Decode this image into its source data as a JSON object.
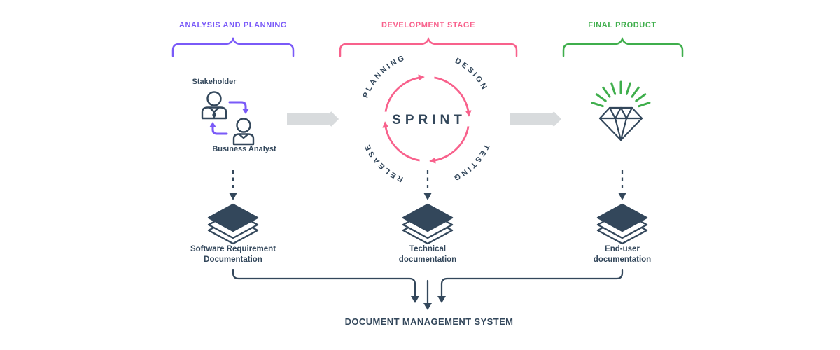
{
  "palette": {
    "purple": "#7A5AF8",
    "pink": "#F8618C",
    "green": "#3FAE4C",
    "navy": "#33475B",
    "gray": "#D8DBDD",
    "background": "#FFFFFF"
  },
  "header": {
    "analysis": "ANALYSIS AND PLANNING",
    "development": "DEVELOPMENT STAGE",
    "final_product": "FINAL PRODUCT"
  },
  "analysis": {
    "stakeholder": "Stakeholder",
    "business_analyst": "Business Analyst",
    "doc_line1": "Software Requirement",
    "doc_line2": "Documentation"
  },
  "development": {
    "sprint": "SPRINT",
    "planning": "PLANNING",
    "design": "DESIGN",
    "testing": "TESTING",
    "release": "RELEASE",
    "doc_line1": "Technical",
    "doc_line2": "documentation"
  },
  "final_product": {
    "doc_line1": "End-user",
    "doc_line2": "documentation"
  },
  "footer": {
    "title": "DOCUMENT MANAGEMENT SYSTEM"
  }
}
